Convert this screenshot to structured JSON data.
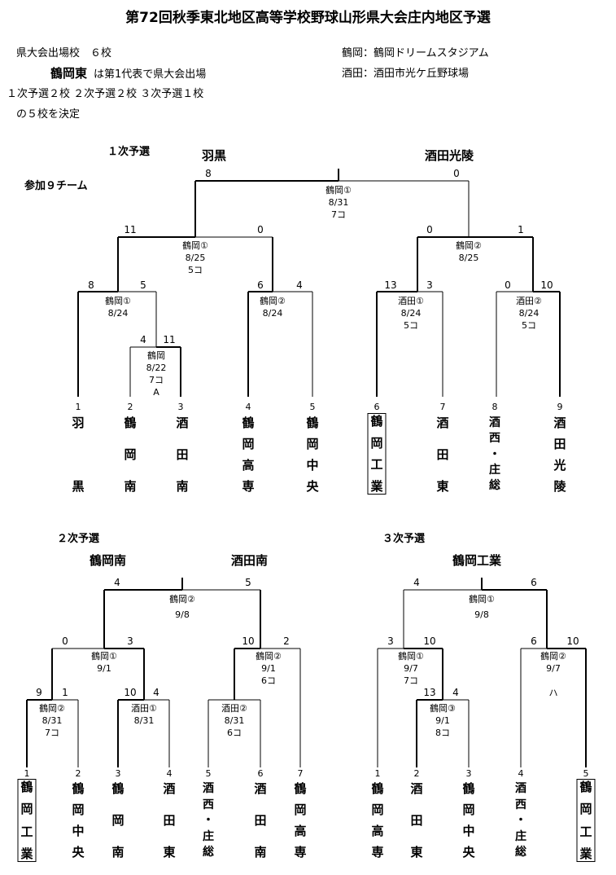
{
  "title": "第72回秋季東北地区高等学校野球山形県大会庄内地区予選",
  "header": {
    "line1": "県大会出場校　６校",
    "rep_team": "鶴岡東",
    "line2_rest": "は第1代表で県大会出場",
    "line3": "１次予選２校 ２次予選２校 ３次予選１校",
    "line4": "の５校を決定",
    "venue1": "鶴岡：鶴岡ドリームスタジアム",
    "venue2": "酒田：酒田市光ケ丘野球場"
  },
  "round1": {
    "label": "１次予選",
    "participants": "参加９チーム",
    "winners": [
      "羽黒",
      "酒田光陵"
    ],
    "scores": [
      "8",
      "0",
      "11",
      "0",
      "0",
      "1",
      "8",
      "5",
      "6",
      "4",
      "13",
      "3",
      "0",
      "10",
      "4",
      "11"
    ],
    "matches": [
      [
        "鶴岡①",
        "8/31",
        "7コ"
      ],
      [
        "鶴岡①",
        "8/25",
        "5コ"
      ],
      [
        "鶴岡②",
        "8/25"
      ],
      [
        "鶴岡①",
        "8/24"
      ],
      [
        "鶴岡②",
        "8/24"
      ],
      [
        "酒田①",
        "8/24",
        "5コ"
      ],
      [
        "酒田②",
        "8/24",
        "5コ"
      ],
      [
        "鶴岡",
        "8/22",
        "7コ",
        "A"
      ]
    ],
    "numbers": [
      "1",
      "2",
      "3",
      "4",
      "5",
      "6",
      "7",
      "8",
      "9"
    ],
    "teams": [
      [
        "羽",
        "",
        "黒"
      ],
      [
        "鶴",
        "岡",
        "南"
      ],
      [
        "酒",
        "田",
        "南"
      ],
      [
        "鶴",
        "岡",
        "高",
        "専"
      ],
      [
        "鶴",
        "岡",
        "中",
        "央"
      ],
      [
        "鶴",
        "岡",
        "工",
        "業"
      ],
      [
        "酒",
        "田",
        "東"
      ],
      [
        "酒",
        "西",
        "・",
        "庄",
        "総"
      ],
      [
        "酒",
        "田",
        "光",
        "陵"
      ]
    ]
  },
  "round2": {
    "label": "２次予選",
    "winners": [
      "鶴岡南",
      "酒田南"
    ],
    "scores": [
      "4",
      "5",
      "0",
      "3",
      "10",
      "2",
      "9",
      "1",
      "10",
      "4"
    ],
    "matches": [
      [
        "鶴岡②",
        "9/8"
      ],
      [
        "鶴岡①",
        "9/1"
      ],
      [
        "鶴岡②",
        "9/1",
        "6コ"
      ],
      [
        "鶴岡②",
        "8/31",
        "7コ"
      ],
      [
        "酒田①",
        "8/31"
      ],
      [
        "酒田②",
        "8/31",
        "6コ"
      ]
    ],
    "numbers": [
      "1",
      "2",
      "3",
      "4",
      "5",
      "6",
      "7"
    ],
    "teams": [
      [
        "鶴",
        "岡",
        "工",
        "業"
      ],
      [
        "鶴",
        "岡",
        "中",
        "央"
      ],
      [
        "鶴",
        "岡",
        "南"
      ],
      [
        "酒",
        "田",
        "東"
      ],
      [
        "酒",
        "西",
        "・",
        "庄",
        "総"
      ],
      [
        "酒",
        "田",
        "南"
      ],
      [
        "鶴",
        "岡",
        "高",
        "専"
      ]
    ]
  },
  "round3": {
    "label": "３次予選",
    "winner": "鶴岡工業",
    "scores": [
      "4",
      "6",
      "3",
      "10",
      "6",
      "10",
      "13",
      "4"
    ],
    "matches": [
      [
        "鶴岡①",
        "9/8"
      ],
      [
        "鶴岡①",
        "9/7",
        "7コ"
      ],
      [
        "鶴岡②",
        "9/7",
        "",
        "ハ"
      ],
      [
        "鶴岡③",
        "9/1",
        "8コ"
      ]
    ],
    "numbers": [
      "1",
      "2",
      "3",
      "4",
      "5"
    ],
    "teams": [
      [
        "鶴",
        "岡",
        "高",
        "専"
      ],
      [
        "酒",
        "田",
        "東"
      ],
      [
        "鶴",
        "岡",
        "中",
        "央"
      ],
      [
        "酒",
        "西",
        "・",
        "庄",
        "総"
      ],
      [
        "鶴",
        "岡",
        "工",
        "業"
      ]
    ]
  }
}
